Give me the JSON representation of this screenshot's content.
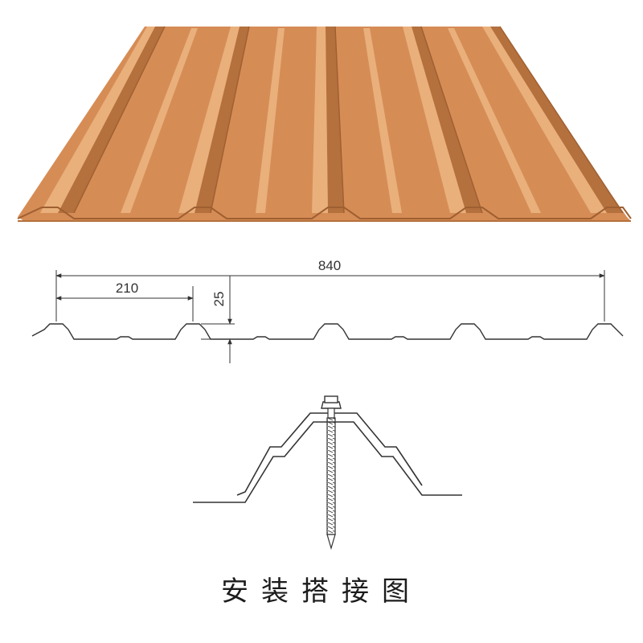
{
  "colors": {
    "sheet_base": "#D68C55",
    "sheet_face": "#DF9A62",
    "sheet_rib_top": "#E9B07C",
    "sheet_shadow": "#B4703D",
    "sheet_dark": "#9E5F31",
    "line": "#333333"
  },
  "dimensions": {
    "total_width": "840",
    "rib_pitch": "210",
    "rib_height": "25"
  },
  "caption": "安装搭接图",
  "icons": {
    "fastener": "self-drilling-screw-icon"
  }
}
